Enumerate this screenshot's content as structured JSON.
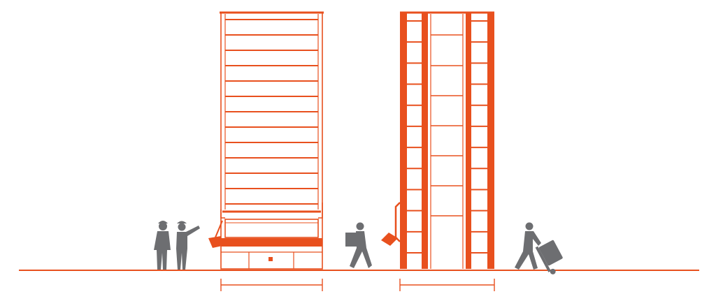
{
  "colors": {
    "accent": "#E8501E",
    "figure": "#6d6e71",
    "background": "#ffffff"
  },
  "diagram": {
    "views": [
      {
        "name": "front-view",
        "tray_rows": 13
      },
      {
        "name": "side-view",
        "ladder_rungs": 12
      }
    ],
    "people": [
      {
        "icon": "worker-hardhat-icon"
      },
      {
        "icon": "worker-pointing-icon"
      },
      {
        "icon": "person-carrying-box-icon"
      },
      {
        "icon": "person-pushing-hand-truck-icon"
      }
    ],
    "annotations": {
      "dimension_lines": 2,
      "labels": []
    }
  }
}
